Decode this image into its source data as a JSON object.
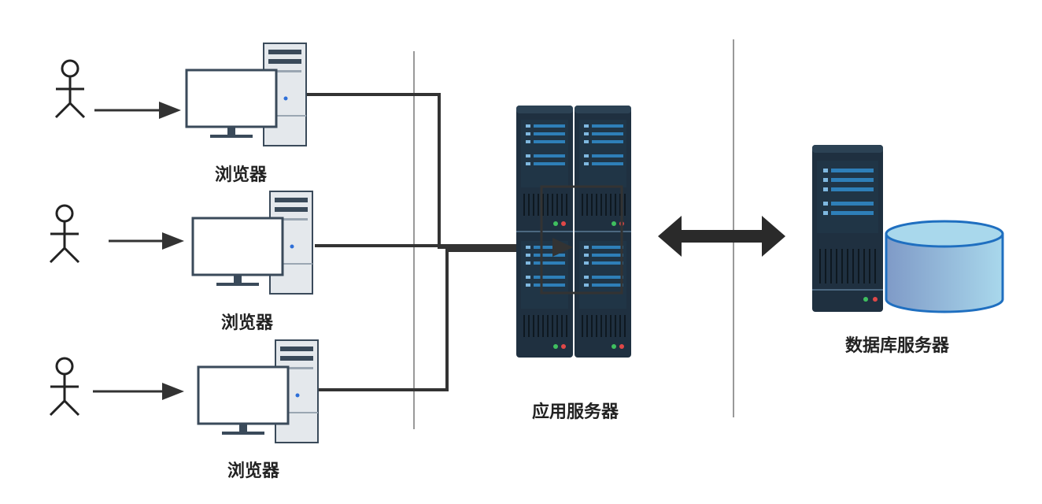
{
  "labels": {
    "browser_1": "浏览器",
    "browser_2": "浏览器",
    "browser_3": "浏览器",
    "app_server": "应用服务器",
    "db_server": "数据库服务器"
  },
  "colors": {
    "line": "#333333",
    "divider": "#999999",
    "rack_dark": "#1f3040",
    "rack_blue": "#2e7fb8",
    "db_fill_light": "#a9d8ec",
    "db_fill_dark": "#7f9ac7",
    "db_stroke": "#1f6fc0",
    "pc_case": "#e4e8ec",
    "pc_outline": "#3a4a5a"
  },
  "icons": [
    "user-icon",
    "desktop-computer-icon",
    "rack-server-icon",
    "database-cylinder-icon",
    "double-arrow-icon"
  ]
}
